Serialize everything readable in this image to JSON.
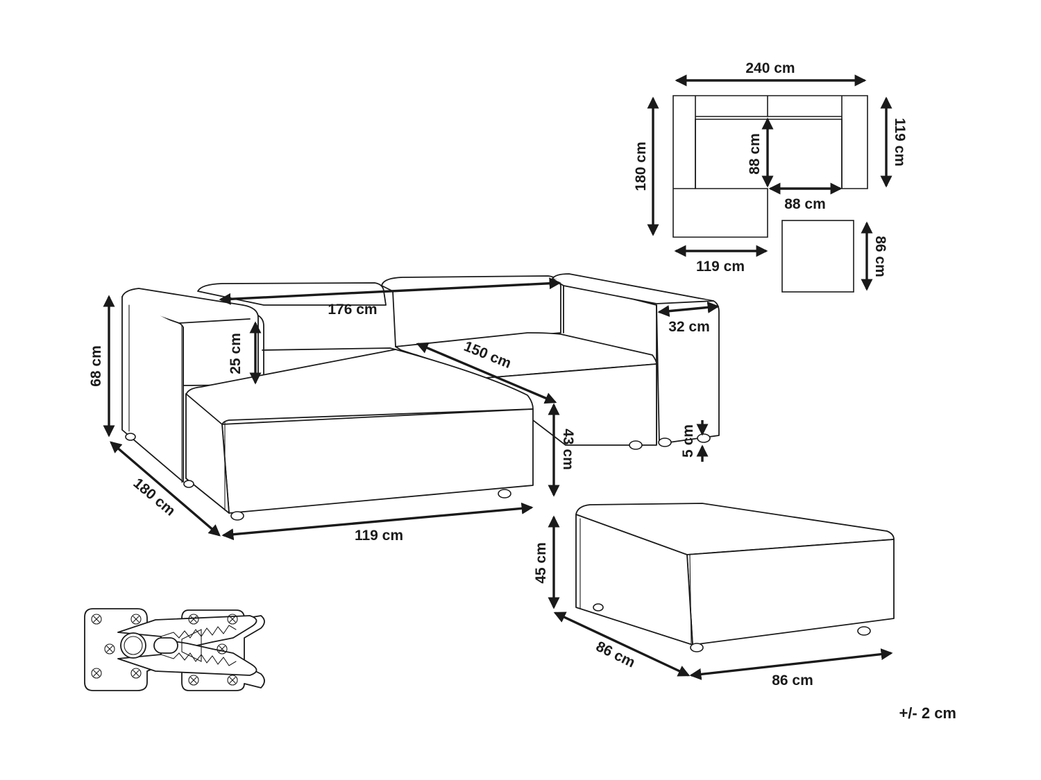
{
  "colors": {
    "line": "#1a1a1a",
    "background": "#ffffff"
  },
  "dimensions": {
    "plan_width": "240 cm",
    "plan_depth_left": "180 cm",
    "plan_depth_right": "119 cm",
    "plan_inner_depth": "88 cm",
    "plan_inner_width": "88 cm",
    "plan_chaise_width": "119 cm",
    "plan_ottoman": "86 cm",
    "back_length": "176 cm",
    "seat_depth": "150 cm",
    "arm_width": "32 cm",
    "total_height": "68 cm",
    "backrest_height": "25 cm",
    "seat_height": "43 cm",
    "leg_height": "5 cm",
    "chaise_length": "180 cm",
    "chaise_width": "119 cm",
    "ottoman_height": "45 cm",
    "ottoman_depth": "86 cm",
    "ottoman_width": "86 cm"
  },
  "tolerance": "+/- 2 cm",
  "icons": [
    "sofa-perspective-drawing",
    "plan-view-drawing",
    "ottoman-drawing",
    "module-connector-clip-icon"
  ]
}
